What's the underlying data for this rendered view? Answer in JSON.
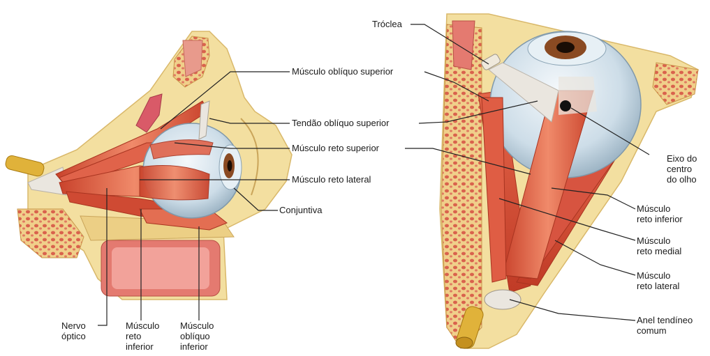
{
  "left_view": {
    "labels": {
      "musculo_obliquo_superior": "Músculo oblíquo superior",
      "tendao_obliquo_superior": "Tendão oblíquo superior",
      "musculo_reto_superior": "Músculo reto superior",
      "musculo_reto_lateral": "Músculo reto lateral",
      "conjuntiva": "Conjuntiva",
      "nervo_optico_1": "Nervo",
      "nervo_optico_2": "óptico",
      "reto_inferior_1": "Músculo",
      "reto_inferior_2": "reto",
      "reto_inferior_3": "inferior",
      "obliquo_inferior_1": "Músculo",
      "obliquo_inferior_2": "oblíquo",
      "obliquo_inferior_3": "inferior"
    }
  },
  "right_view": {
    "labels": {
      "troclea": "Tróclea",
      "eixo_1": "Eixo do",
      "eixo_2": "centro",
      "eixo_3": "do olho",
      "reto_inferior_1": "Músculo",
      "reto_inferior_2": "reto inferior",
      "reto_medial_1": "Músculo",
      "reto_medial_2": "reto medial",
      "reto_lateral_1": "Músculo",
      "reto_lateral_2": "reto lateral",
      "anel_1": "Anel tendíneo",
      "anel_2": "comum"
    }
  },
  "colors": {
    "bone": "#f3dfa0",
    "bone_dark": "#e2c47a",
    "marrow": "#e89a8c",
    "muscle": "#d9533c",
    "muscle_light": "#f08a6a",
    "tendon": "#eae6df",
    "sclera": "#d8e6ee",
    "iris": "#8a4a22",
    "nerve": "#e0b23a",
    "leader": "#222222"
  }
}
